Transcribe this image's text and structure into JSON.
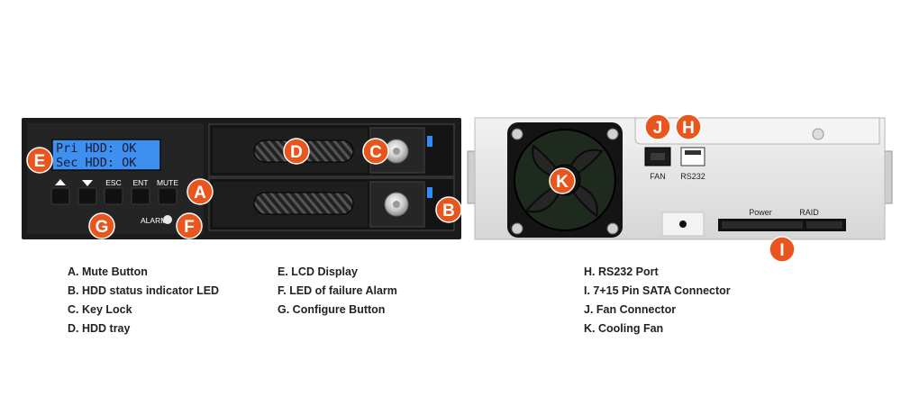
{
  "front_panel": {
    "lcd_line1": "Pri HDD: OK",
    "lcd_line2": "Sec HDD: OK",
    "buttons": {
      "esc": "ESC",
      "ent": "ENT",
      "mute": "MUTE"
    },
    "alarm_label": "ALARM"
  },
  "back_panel": {
    "fan_label": "FAN",
    "rs232_label": "RS232",
    "power_label": "Power",
    "raid_label": "RAID"
  },
  "callouts": {
    "a": "A",
    "b": "B",
    "c": "C",
    "d": "D",
    "e": "E",
    "f": "F",
    "g": "G",
    "h": "H",
    "i": "I",
    "j": "J",
    "k": "K"
  },
  "legend": {
    "col1": [
      "A. Mute Button",
      "B. HDD status indicator LED",
      "C. Key Lock",
      "D. HDD tray"
    ],
    "col2": [
      "E. LCD Display",
      "F. LED of failure Alarm",
      "G. Configure Button"
    ],
    "col3": [
      "H. RS232 Port",
      "I.  7+15 Pin SATA Connector",
      "J. Fan Connector",
      "K. Cooling Fan"
    ]
  },
  "colors": {
    "callout": "#e8561e",
    "lcd": "#3d8ff0",
    "panel": "#1b1b1b",
    "chassis": "#e4e4e4",
    "led_blue": "#2f8df5"
  }
}
